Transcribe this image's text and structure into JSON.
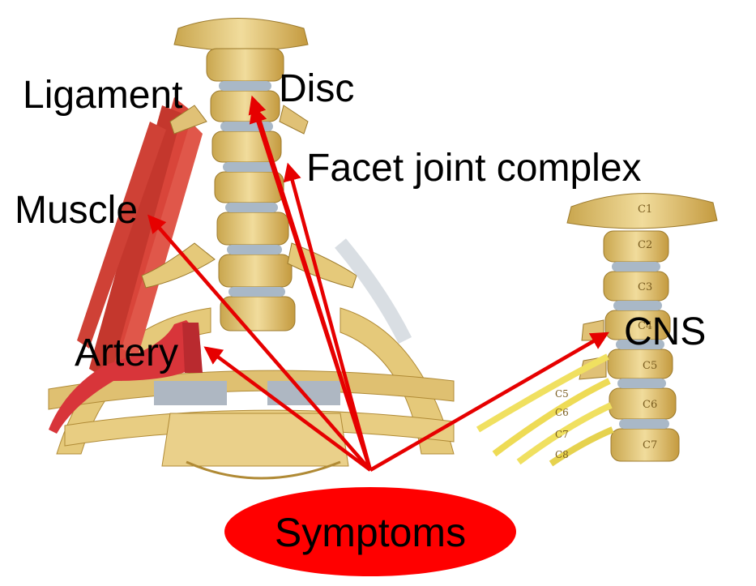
{
  "labels": {
    "ligament": "Ligament",
    "disc": "Disc",
    "facet": "Facet joint complex",
    "muscle": "Muscle",
    "artery": "Artery",
    "cns": "CNS",
    "symptoms": "Symptoms"
  },
  "spine_markers": [
    "C1",
    "C2",
    "C3",
    "C4",
    "C5",
    "C6",
    "C7"
  ],
  "nerve_markers": [
    "C5",
    "C6",
    "C7",
    "C8"
  ],
  "colors": {
    "arrow": "#e60000",
    "symptoms_fill": "#ff0000",
    "bone": "#e9cf86",
    "bone_shadow": "#c9a64e",
    "disc": "#a9b8c7",
    "muscle": "#d9453a",
    "nerve": "#f0e060"
  }
}
